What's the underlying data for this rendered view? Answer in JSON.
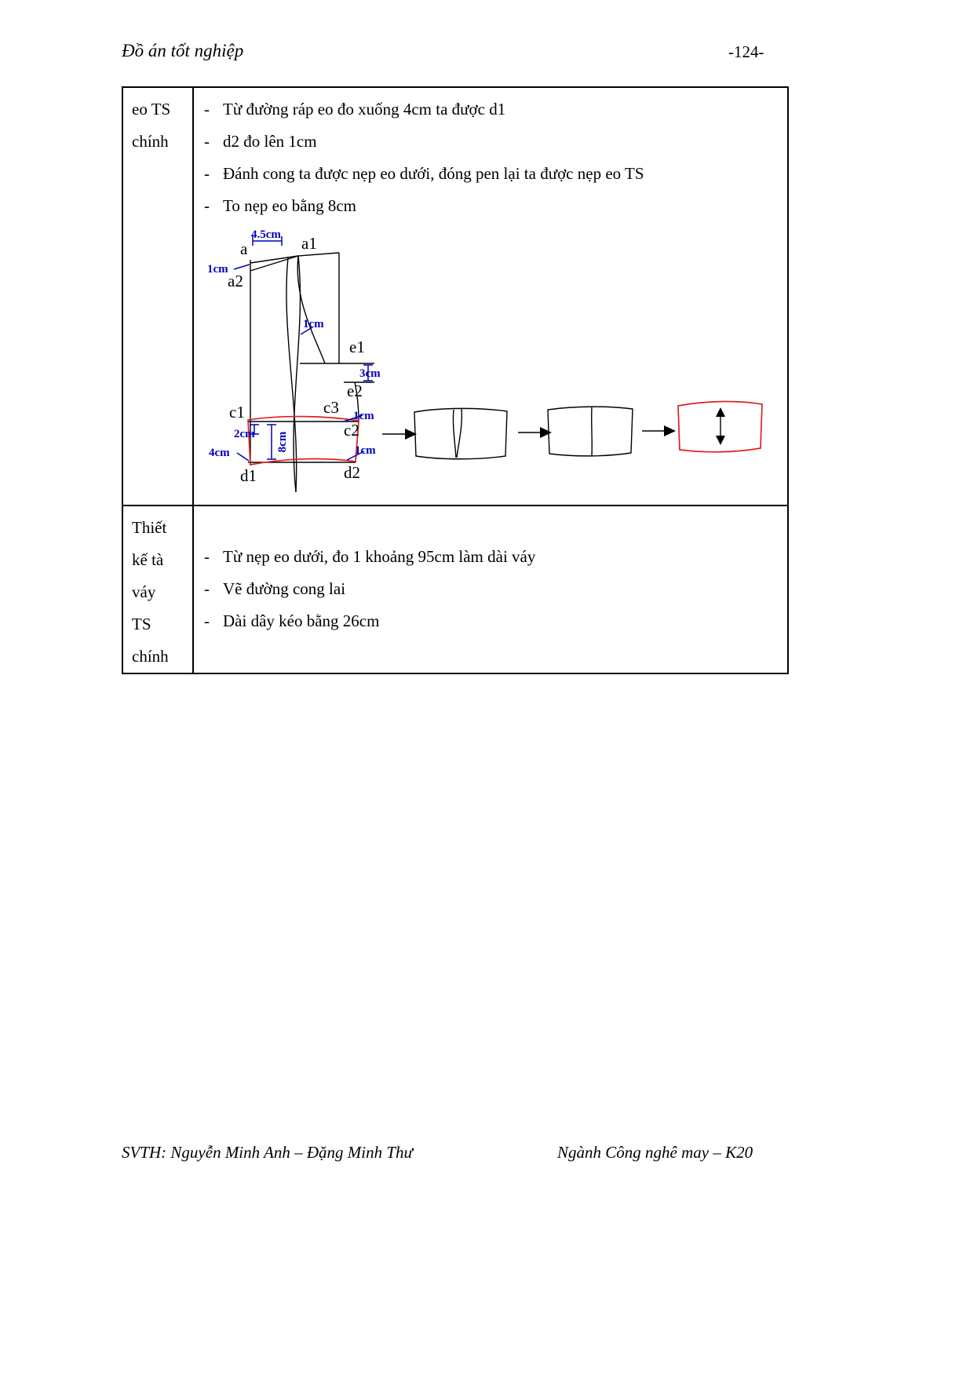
{
  "header": {
    "title": "Đồ án tốt nghiệp",
    "page_number": "-124-"
  },
  "bullet": "-",
  "table": {
    "rows": [
      {
        "label_lines": [
          "eo TS",
          "chính"
        ],
        "items": [
          "Từ đường ráp eo đo xuống 4cm ta được d1",
          "d2 đo lên 1cm",
          "Đánh cong ta được nẹp eo dưới, đóng pen lại ta được nẹp eo TS",
          "To nẹp eo bằng 8cm"
        ]
      },
      {
        "label_lines": [
          "Thiết",
          "kế tà",
          "váy",
          "TS",
          "chính"
        ],
        "items": [
          "Từ nẹp eo dưới, đo 1 khoảng 95cm làm dài váy",
          "Vẽ đường cong lai",
          "Dài dây kéo bằng 26cm"
        ]
      }
    ]
  },
  "diagram": {
    "description": "Pattern drafting diagram for waistband facing (nẹp eo) of trousers back piece",
    "points": {
      "a": "a",
      "a1": "a1",
      "a2": "a2",
      "e1": "e1",
      "e2": "e2",
      "c1": "c1",
      "c2": "c2",
      "c3": "c3",
      "d1": "d1",
      "d2": "d2"
    },
    "measures": {
      "top": "4.5cm",
      "wedge": "1cm",
      "mid": "1cm",
      "e_step": "3cm",
      "c_left": "2cm",
      "c_right": "1cm",
      "band_height": "8cm",
      "d_left": "4cm",
      "d_right": "1cm"
    },
    "colors": {
      "measure_blue": "#0000bb",
      "pattern_black": "#000000",
      "band_red": "#dd2222"
    }
  },
  "footer": {
    "left": "SVTH: Nguyễn Minh Anh – Đặng Minh Thư",
    "right": "Ngành Công nghê may – K20"
  }
}
